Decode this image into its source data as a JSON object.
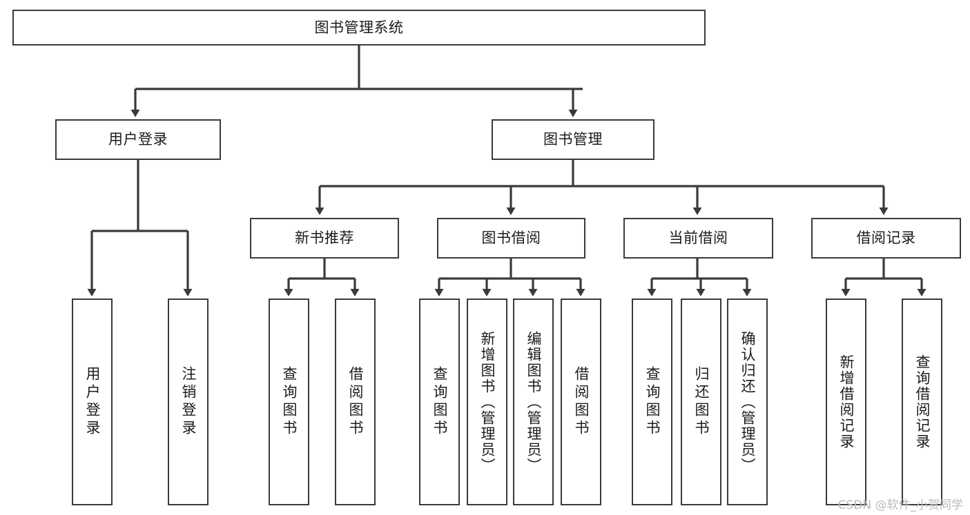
{
  "diagram": {
    "title_node": {
      "label": "图书管理系统"
    },
    "level2": [
      {
        "id": "user-login",
        "label": "用户登录"
      },
      {
        "id": "book-management",
        "label": "图书管理"
      }
    ],
    "level3": [
      {
        "id": "new-book-recommend",
        "label": "新书推荐",
        "parent": "book-management"
      },
      {
        "id": "book-borrow",
        "label": "图书借阅",
        "parent": "book-management"
      },
      {
        "id": "current-borrow",
        "label": "当前借阅",
        "parent": "book-management"
      },
      {
        "id": "borrow-record",
        "label": "借阅记录",
        "parent": "book-management"
      }
    ],
    "leaves": [
      {
        "id": "leaf-user-login",
        "label": "用户登录",
        "parent": "user-login"
      },
      {
        "id": "leaf-logout-login",
        "label": "注销登录",
        "parent": "user-login"
      },
      {
        "id": "leaf-query-book-1",
        "label": "查询图书",
        "parent": "new-book-recommend"
      },
      {
        "id": "leaf-borrow-book-1",
        "label": "借阅图书",
        "parent": "new-book-recommend"
      },
      {
        "id": "leaf-query-book-2",
        "label": "查询图书",
        "parent": "book-borrow"
      },
      {
        "id": "leaf-add-book",
        "label": "新增图书（管理员）",
        "parent": "book-borrow"
      },
      {
        "id": "leaf-edit-book",
        "label": "编辑图书（管理员）",
        "parent": "book-borrow"
      },
      {
        "id": "leaf-borrow-book-2",
        "label": "借阅图书",
        "parent": "book-borrow"
      },
      {
        "id": "leaf-query-book-3",
        "label": "查询图书",
        "parent": "current-borrow"
      },
      {
        "id": "leaf-return-book",
        "label": "归还图书",
        "parent": "current-borrow"
      },
      {
        "id": "leaf-confirm-return",
        "label": "确认归还（管理员）",
        "parent": "current-borrow"
      },
      {
        "id": "leaf-add-record",
        "label": "新增借阅记录",
        "parent": "borrow-record"
      },
      {
        "id": "leaf-query-record",
        "label": "查询借阅记录",
        "parent": "borrow-record"
      }
    ],
    "watermark": "CSDN @软件_小贺同学",
    "colors": {
      "line": "#3a3a3a",
      "box_border": "#3a3a3a",
      "box_fill": "#ffffff",
      "text": "#1b1b1b",
      "watermark": "#b9b9b9"
    }
  }
}
